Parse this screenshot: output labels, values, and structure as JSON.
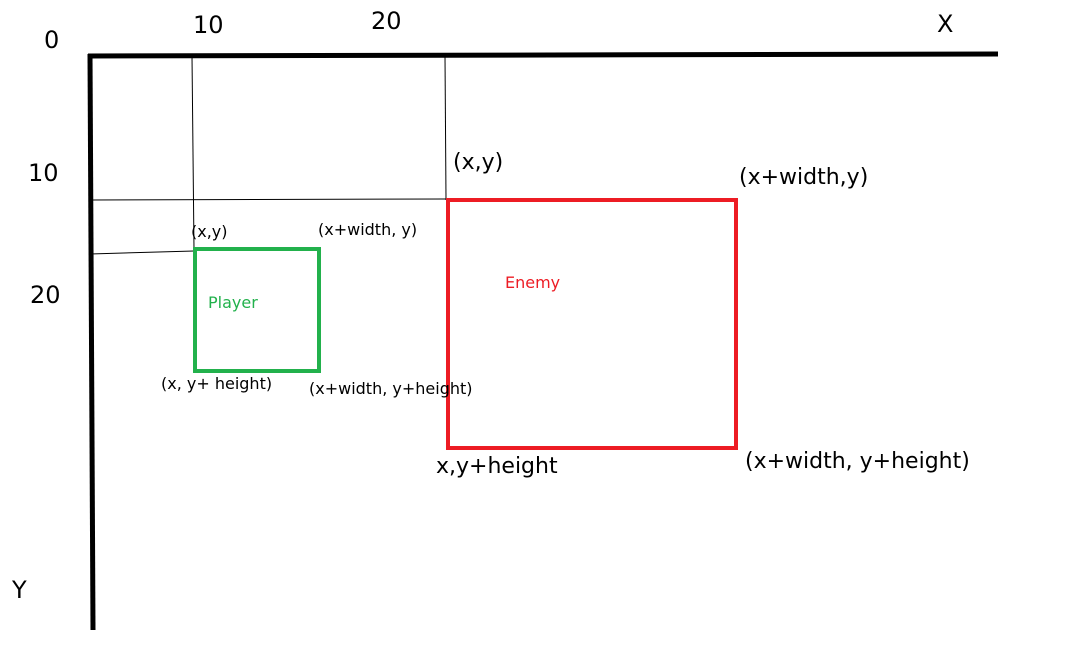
{
  "axes": {
    "origin": "0",
    "x_axis": "X",
    "y_axis": "Y",
    "x_ticks": [
      "10",
      "20"
    ],
    "y_ticks": [
      "10",
      "20"
    ]
  },
  "player": {
    "name": "Player",
    "color": "#22b14c",
    "top_left": "(x,y)",
    "top_right": "(x+width, y)",
    "bottom_left": "(x, y+ height)",
    "bottom_right": "(x+width, y+height)"
  },
  "enemy": {
    "name": "Enemy",
    "color": "#ed1c24",
    "top_left": "(x,y)",
    "top_right": "(x+width,y)",
    "bottom_left": "x,y+height",
    "bottom_right": "(x+width, y+height)"
  }
}
